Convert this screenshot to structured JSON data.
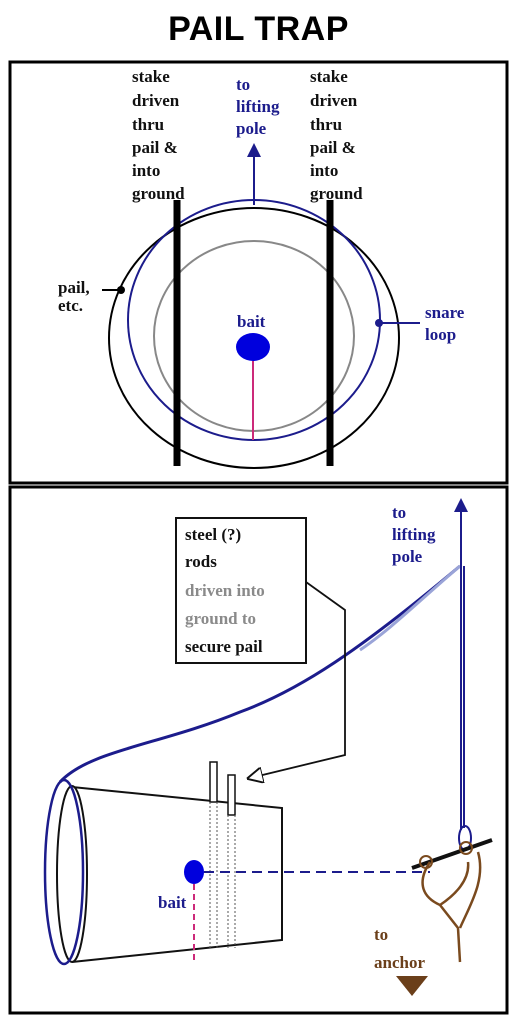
{
  "title": "PAIL TRAP",
  "top_panel": {
    "stake_left": [
      "stake",
      "driven",
      "thru",
      "pail &",
      "into",
      "ground"
    ],
    "stake_right": [
      "stake",
      "driven",
      "thru",
      "pail &",
      "into",
      "ground"
    ],
    "lifting_pole": [
      "to",
      "lifting",
      "pole"
    ],
    "pail_label": [
      "pail,",
      "etc."
    ],
    "bait_label": "bait",
    "snare_label": [
      "snare",
      "loop"
    ]
  },
  "bottom_panel": {
    "lifting_pole": [
      "to",
      "lifting",
      "pole"
    ],
    "rods_box": [
      "steel (?)",
      "rods",
      "driven into",
      "ground to",
      "secure pail"
    ],
    "bait_label": "bait",
    "anchor_label": [
      "to",
      "anchor"
    ]
  },
  "colors": {
    "blue": "#1c1c8c",
    "pink": "#cc2a7a",
    "brown": "#7a4a1e",
    "gray": "#8a8a8a"
  }
}
